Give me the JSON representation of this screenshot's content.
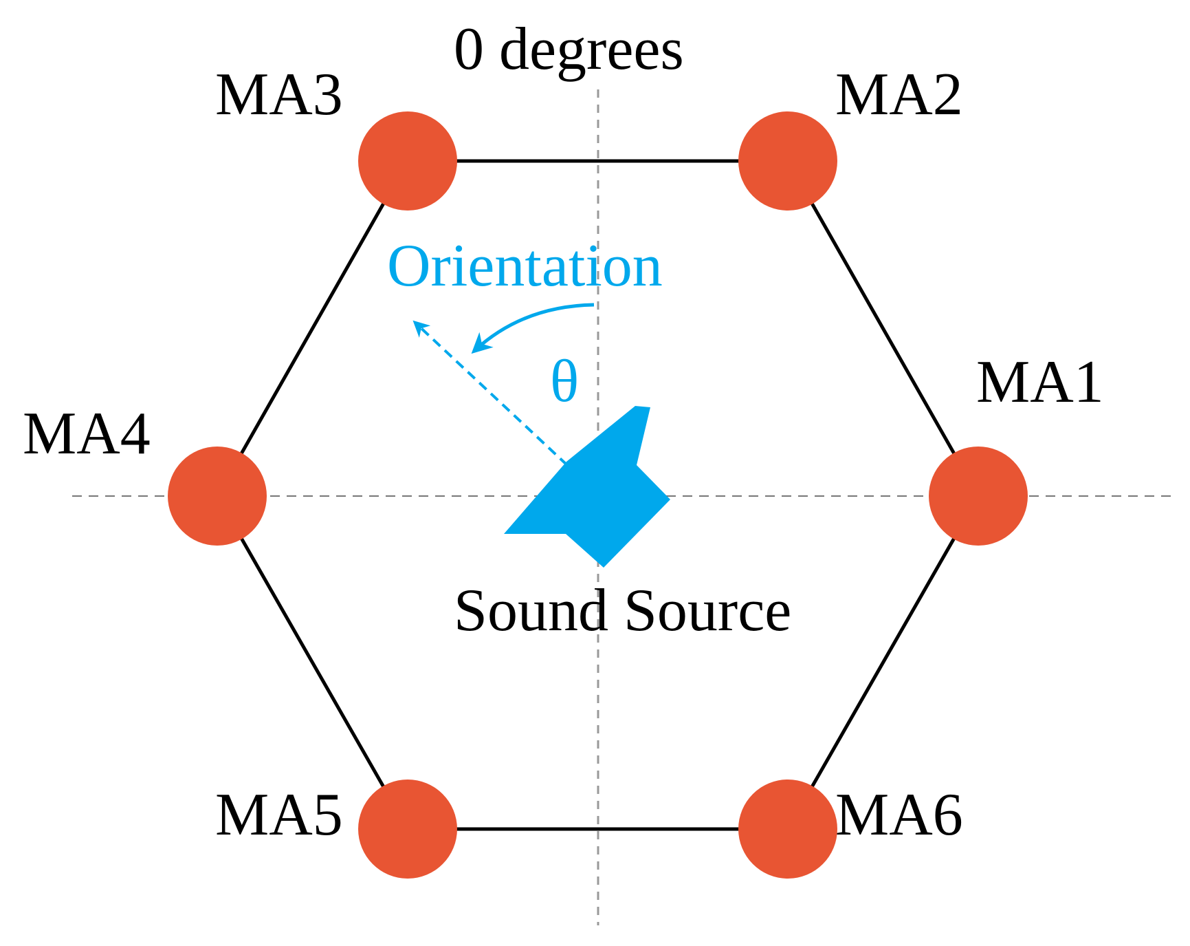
{
  "labels": {
    "zero_degrees": "0 degrees",
    "orientation": "Orientation",
    "theta": "θ",
    "sound_source": "Sound Source"
  },
  "microphones": [
    {
      "id": "MA1",
      "label": "MA1"
    },
    {
      "id": "MA2",
      "label": "MA2"
    },
    {
      "id": "MA3",
      "label": "MA3"
    },
    {
      "id": "MA4",
      "label": "MA4"
    },
    {
      "id": "MA5",
      "label": "MA5"
    },
    {
      "id": "MA6",
      "label": "MA6"
    }
  ],
  "colors": {
    "microphone_fill": "#e85533",
    "accent_blue": "#00a8ec",
    "hexagon_edge": "#000000",
    "axis_line": "#888888"
  },
  "icons": {
    "sound_source": "speaker-icon"
  }
}
